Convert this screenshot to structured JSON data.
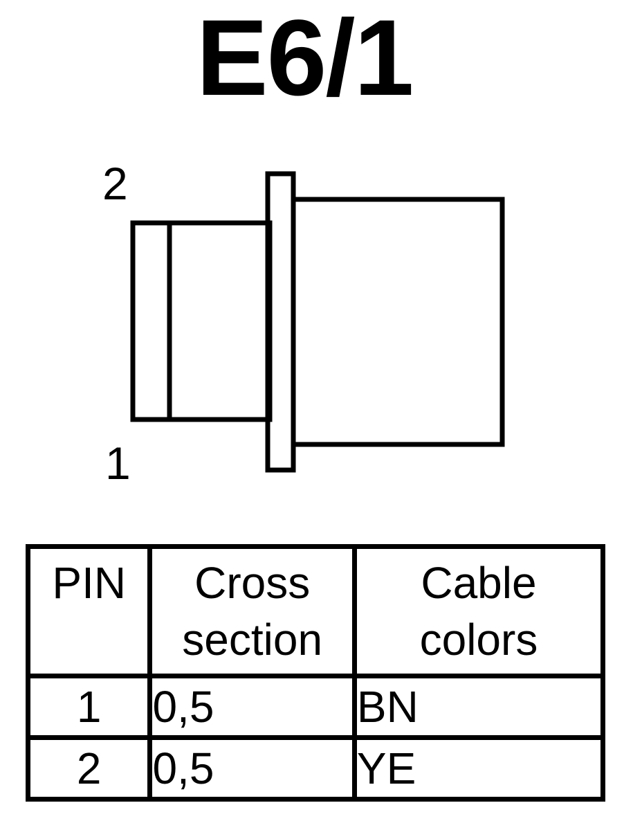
{
  "title": "E6/1",
  "connector": {
    "pin_top_label": "2",
    "pin_bottom_label": "1"
  },
  "table": {
    "headers": {
      "pin": "PIN",
      "cross_line1": "Cross",
      "cross_line2": "section",
      "color_line1": "Cable",
      "color_line2": "colors"
    },
    "rows": [
      {
        "pin": "1",
        "cross_section": "0,5",
        "color": "BN"
      },
      {
        "pin": "2",
        "cross_section": "0,5",
        "color": "YE"
      }
    ]
  },
  "colors": {
    "stroke": "#000000",
    "background": "#ffffff"
  }
}
